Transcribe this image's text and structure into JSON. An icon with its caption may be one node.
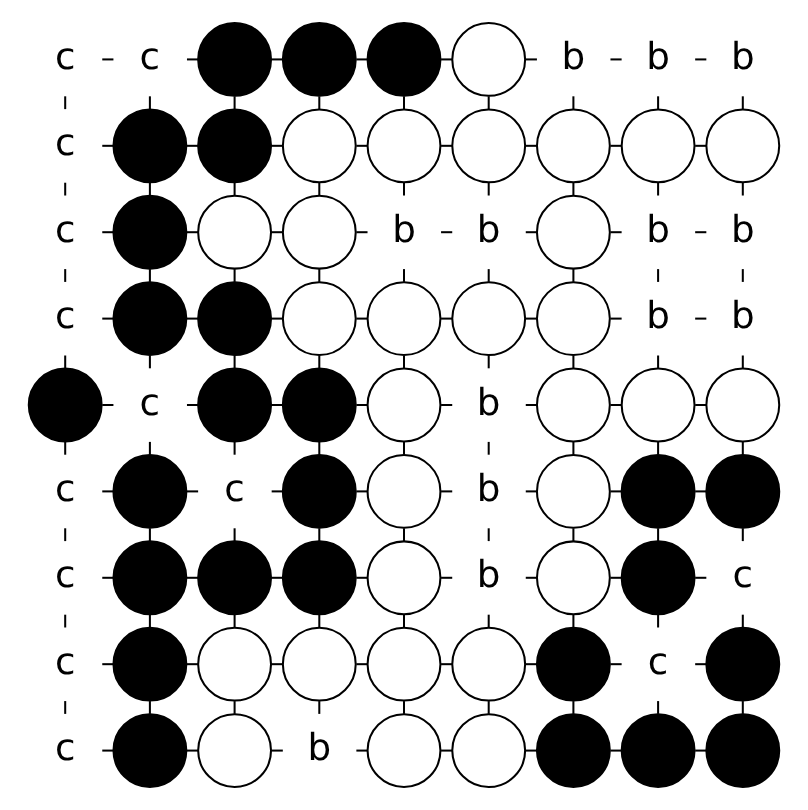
{
  "diagram": {
    "nodes": [
      {
        "text": [
          "c"
        ]
      },
      {
        "text": [
          "c"
        ]
      },
      {
        "text": [],
        "shape": "circle"
      },
      {
        "text": [],
        "shape": "circle"
      },
      {
        "text": [],
        "shape": "circle"
      },
      {
        "text": [],
        "shape": "circle"
      },
      {
        "text": [
          "b"
        ]
      },
      {
        "text": [
          "b"
        ]
      },
      {
        "text": [
          "b"
        ]
      },
      {
        "text": [
          "c"
        ]
      },
      {
        "text": [],
        "shape": "circle"
      },
      {
        "text": [],
        "shape": "circle"
      },
      {
        "text": [],
        "shape": "circle"
      },
      {
        "text": [],
        "shape": "circle"
      },
      {
        "text": [],
        "shape": "circle"
      },
      {
        "text": [],
        "shape": "circle"
      },
      {
        "text": [],
        "shape": "circle"
      },
      {
        "text": [],
        "shape": "circle"
      },
      {
        "text": [
          "c"
        ]
      },
      {
        "text": [],
        "shape": "circle"
      },
      {
        "text": [],
        "shape": "circle"
      },
      {
        "text": [],
        "shape": "circle"
      },
      {
        "text": [
          "b"
        ]
      },
      {
        "text": [
          "b"
        ]
      },
      {
        "text": [],
        "shape": "circle"
      },
      {
        "text": [
          "b"
        ]
      },
      {
        "text": [
          "b"
        ]
      },
      {
        "text": [
          "c"
        ]
      },
      {
        "text": [],
        "shape": "circle"
      },
      {
        "text": [],
        "shape": "circle"
      },
      {
        "text": [],
        "shape": "circle"
      },
      {
        "text": [],
        "shape": "circle"
      },
      {
        "text": [],
        "shape": "circle"
      },
      {
        "text": [],
        "shape": "circle"
      },
      {
        "text": [
          "b"
        ]
      },
      {
        "text": [
          "b"
        ]
      },
      {
        "text": [],
        "shape": "circle"
      },
      {
        "text": [
          "c"
        ]
      },
      {
        "text": [],
        "shape": "circle"
      },
      {
        "text": [],
        "shape": "circle"
      },
      {
        "text": [],
        "shape": "circle"
      },
      {
        "text": [
          "b"
        ]
      },
      {
        "text": [],
        "shape": "circle"
      },
      {
        "text": [],
        "shape": "circle"
      },
      {
        "text": [],
        "shape": "circle"
      },
      {
        "text": [
          "c"
        ]
      },
      {
        "text": [],
        "shape": "circle"
      },
      {
        "text": [
          "c"
        ]
      },
      {
        "text": [],
        "shape": "circle"
      },
      {
        "text": [],
        "shape": "circle"
      },
      {
        "text": [
          "b"
        ]
      },
      {
        "text": [],
        "shape": "circle"
      },
      {
        "text": [],
        "shape": "circle"
      },
      {
        "text": [],
        "shape": "circle"
      },
      {
        "text": [
          "c"
        ]
      },
      {
        "text": [],
        "shape": "circle"
      },
      {
        "text": [],
        "shape": "circle"
      },
      {
        "text": [],
        "shape": "circle"
      },
      {
        "text": [],
        "shape": "circle"
      },
      {
        "text": [
          "b"
        ]
      },
      {
        "text": [],
        "shape": "circle"
      },
      {
        "text": [],
        "shape": "circle"
      },
      {
        "text": [
          "c"
        ]
      },
      {
        "text": [
          "c"
        ]
      },
      {
        "text": [],
        "shape": "circle"
      },
      {
        "text": [],
        "shape": "circle"
      },
      {
        "text": [],
        "shape": "circle"
      },
      {
        "text": [],
        "shape": "circle"
      },
      {
        "text": [],
        "shape": "circle"
      },
      {
        "text": [],
        "shape": "circle"
      },
      {
        "text": [
          "c"
        ]
      },
      {
        "text": [],
        "shape": "circle"
      },
      {
        "text": [
          "c"
        ]
      },
      {
        "text": [],
        "shape": "circle"
      },
      {
        "text": [],
        "shape": "circle"
      },
      {
        "text": [
          "b"
        ]
      },
      {
        "text": [],
        "shape": "circle"
      },
      {
        "text": [],
        "shape": "circle"
      },
      {
        "text": [],
        "shape": "circle"
      },
      {
        "text": [],
        "shape": "circle"
      },
      {
        "text": [],
        "shape": "circle"
      }
    ],
    "edges": [
      {
        "from": 0,
        "to": 1,
        "arrow": "none"
      },
      {
        "from": 1,
        "to": 2,
        "arrow": "none"
      },
      {
        "from": 2,
        "to": 3,
        "arrow": "none"
      },
      {
        "from": 3,
        "to": 4,
        "arrow": "none"
      },
      {
        "from": 4,
        "to": 5,
        "arrow": "none"
      },
      {
        "from": 5,
        "to": 6,
        "arrow": "none"
      },
      {
        "from": 6,
        "to": 7,
        "arrow": "none"
      },
      {
        "from": 7,
        "to": 8,
        "arrow": "none"
      },
      {
        "from": 0,
        "to": 9,
        "arrow": "none"
      },
      {
        "from": 1,
        "to": 10,
        "arrow": "none"
      },
      {
        "from": 2,
        "to": 11,
        "arrow": "none"
      },
      {
        "from": 3,
        "to": 12,
        "arrow": "none"
      },
      {
        "from": 4,
        "to": 13,
        "arrow": "none"
      },
      {
        "from": 5,
        "to": 14,
        "arrow": "none"
      },
      {
        "from": 6,
        "to": 15,
        "arrow": "none"
      },
      {
        "from": 7,
        "to": 16,
        "arrow": "none"
      },
      {
        "from": 8,
        "to": 17,
        "arrow": "none"
      },
      {
        "from": 9,
        "to": 10,
        "arrow": "none"
      },
      {
        "from": 10,
        "to": 11,
        "arrow": "none"
      },
      {
        "from": 11,
        "to": 12,
        "arrow": "none"
      },
      {
        "from": 12,
        "to": 13,
        "arrow": "none"
      },
      {
        "from": 13,
        "to": 14,
        "arrow": "none"
      },
      {
        "from": 14,
        "to": 15,
        "arrow": "none"
      },
      {
        "from": 15,
        "to": 16,
        "arrow": "none"
      },
      {
        "from": 16,
        "to": 17,
        "arrow": "none"
      },
      {
        "from": 9,
        "to": 18,
        "arrow": "none"
      },
      {
        "from": 10,
        "to": 19,
        "arrow": "none"
      },
      {
        "from": 11,
        "to": 20,
        "arrow": "none"
      },
      {
        "from": 12,
        "to": 21,
        "arrow": "none"
      },
      {
        "from": 13,
        "to": 22,
        "arrow": "none"
      },
      {
        "from": 14,
        "to": 23,
        "arrow": "none"
      },
      {
        "from": 15,
        "to": 24,
        "arrow": "none"
      },
      {
        "from": 16,
        "to": 25,
        "arrow": "none"
      },
      {
        "from": 17,
        "to": 26,
        "arrow": "none"
      },
      {
        "from": 18,
        "to": 19,
        "arrow": "none"
      },
      {
        "from": 19,
        "to": 20,
        "arrow": "none"
      },
      {
        "from": 20,
        "to": 21,
        "arrow": "none"
      },
      {
        "from": 21,
        "to": 22,
        "arrow": "none"
      },
      {
        "from": 22,
        "to": 23,
        "arrow": "none"
      },
      {
        "from": 23,
        "to": 24,
        "arrow": "none"
      },
      {
        "from": 24,
        "to": 25,
        "arrow": "none"
      },
      {
        "from": 25,
        "to": 26,
        "arrow": "none"
      },
      {
        "from": 18,
        "to": 27,
        "arrow": "none"
      },
      {
        "from": 19,
        "to": 28,
        "arrow": "none"
      },
      {
        "from": 20,
        "to": 29,
        "arrow": "none"
      },
      {
        "from": 21,
        "to": 30,
        "arrow": "none"
      },
      {
        "from": 22,
        "to": 31,
        "arrow": "none"
      },
      {
        "from": 23,
        "to": 32,
        "arrow": "none"
      },
      {
        "from": 24,
        "to": 33,
        "arrow": "none"
      },
      {
        "from": 25,
        "to": 34,
        "arrow": "none"
      },
      {
        "from": 26,
        "to": 35,
        "arrow": "none"
      },
      {
        "from": 27,
        "to": 28,
        "arrow": "none"
      },
      {
        "from": 28,
        "to": 29,
        "arrow": "none"
      },
      {
        "from": 29,
        "to": 30,
        "arrow": "none"
      },
      {
        "from": 30,
        "to": 31,
        "arrow": "none"
      },
      {
        "from": 31,
        "to": 32,
        "arrow": "none"
      },
      {
        "from": 32,
        "to": 33,
        "arrow": "none"
      },
      {
        "from": 33,
        "to": 34,
        "arrow": "none"
      },
      {
        "from": 34,
        "to": 35,
        "arrow": "none"
      },
      {
        "from": 27,
        "to": 36,
        "arrow": "none"
      },
      {
        "from": 28,
        "to": 37,
        "arrow": "none"
      },
      {
        "from": 29,
        "to": 38,
        "arrow": "none"
      },
      {
        "from": 30,
        "to": 39,
        "arrow": "none"
      },
      {
        "from": 31,
        "to": 40,
        "arrow": "none"
      },
      {
        "from": 32,
        "to": 41,
        "arrow": "none"
      },
      {
        "from": 33,
        "to": 42,
        "arrow": "none"
      },
      {
        "from": 34,
        "to": 43,
        "arrow": "none"
      },
      {
        "from": 35,
        "to": 44,
        "arrow": "none"
      },
      {
        "from": 36,
        "to": 37,
        "arrow": "none"
      },
      {
        "from": 37,
        "to": 38,
        "arrow": "none"
      },
      {
        "from": 38,
        "to": 39,
        "arrow": "none"
      },
      {
        "from": 39,
        "to": 40,
        "arrow": "none"
      },
      {
        "from": 40,
        "to": 41,
        "arrow": "none"
      },
      {
        "from": 41,
        "to": 42,
        "arrow": "none"
      },
      {
        "from": 42,
        "to": 43,
        "arrow": "none"
      },
      {
        "from": 43,
        "to": 44,
        "arrow": "none"
      },
      {
        "from": 36,
        "to": 45,
        "arrow": "none"
      },
      {
        "from": 37,
        "to": 46,
        "arrow": "none"
      },
      {
        "from": 38,
        "to": 47,
        "arrow": "none"
      },
      {
        "from": 39,
        "to": 48,
        "arrow": "none"
      },
      {
        "from": 40,
        "to": 49,
        "arrow": "none"
      },
      {
        "from": 41,
        "to": 50,
        "arrow": "none"
      },
      {
        "from": 42,
        "to": 51,
        "arrow": "none"
      },
      {
        "from": 43,
        "to": 52,
        "arrow": "none"
      },
      {
        "from": 44,
        "to": 53,
        "arrow": "none"
      },
      {
        "from": 45,
        "to": 46,
        "arrow": "none"
      },
      {
        "from": 46,
        "to": 47,
        "arrow": "none"
      },
      {
        "from": 47,
        "to": 48,
        "arrow": "none"
      },
      {
        "from": 48,
        "to": 49,
        "arrow": "none"
      },
      {
        "from": 49,
        "to": 50,
        "arrow": "none"
      },
      {
        "from": 50,
        "to": 51,
        "arrow": "none"
      },
      {
        "from": 51,
        "to": 52,
        "arrow": "none"
      },
      {
        "from": 52,
        "to": 53,
        "arrow": "none"
      },
      {
        "from": 45,
        "to": 54,
        "arrow": "none"
      },
      {
        "from": 46,
        "to": 55,
        "arrow": "none"
      },
      {
        "from": 47,
        "to": 56,
        "arrow": "none"
      },
      {
        "from": 48,
        "to": 57,
        "arrow": "none"
      },
      {
        "from": 49,
        "to": 58,
        "arrow": "none"
      },
      {
        "from": 50,
        "to": 59,
        "arrow": "none"
      },
      {
        "from": 51,
        "to": 60,
        "arrow": "none"
      },
      {
        "from": 52,
        "to": 61,
        "arrow": "none"
      },
      {
        "from": 53,
        "to": 62,
        "arrow": "none"
      },
      {
        "from": 54,
        "to": 55,
        "arrow": "none"
      },
      {
        "from": 55,
        "to": 56,
        "arrow": "none"
      },
      {
        "from": 56,
        "to": 57,
        "arrow": "none"
      },
      {
        "from": 57,
        "to": 58,
        "arrow": "none"
      },
      {
        "from": 58,
        "to": 59,
        "arrow": "none"
      },
      {
        "from": 59,
        "to": 60,
        "arrow": "none"
      },
      {
        "from": 60,
        "to": 61,
        "arrow": "none"
      },
      {
        "from": 61,
        "to": 62,
        "arrow": "none"
      },
      {
        "from": 54,
        "to": 63,
        "arrow": "none"
      },
      {
        "from": 55,
        "to": 64,
        "arrow": "none"
      },
      {
        "from": 56,
        "to": 65,
        "arrow": "none"
      },
      {
        "from": 57,
        "to": 66,
        "arrow": "none"
      },
      {
        "from": 58,
        "to": 67,
        "arrow": "none"
      },
      {
        "from": 59,
        "to": 68,
        "arrow": "none"
      },
      {
        "from": 60,
        "to": 69,
        "arrow": "none"
      },
      {
        "from": 61,
        "to": 70,
        "arrow": "none"
      },
      {
        "from": 62,
        "to": 71,
        "arrow": "none"
      },
      {
        "from": 63,
        "to": 64,
        "arrow": "none"
      },
      {
        "from": 64,
        "to": 65,
        "arrow": "none"
      },
      {
        "from": 65,
        "to": 66,
        "arrow": "none"
      },
      {
        "from": 66,
        "to": 67,
        "arrow": "none"
      },
      {
        "from": 67,
        "to": 68,
        "arrow": "none"
      },
      {
        "from": 68,
        "to": 69,
        "arrow": "none"
      },
      {
        "from": 69,
        "to": 70,
        "arrow": "none"
      },
      {
        "from": 70,
        "to": 71,
        "arrow": "none"
      },
      {
        "from": 63,
        "to": 72,
        "arrow": "none"
      },
      {
        "from": 64,
        "to": 73,
        "arrow": "none"
      },
      {
        "from": 65,
        "to": 74,
        "arrow": "none"
      },
      {
        "from": 66,
        "to": 75,
        "arrow": "none"
      },
      {
        "from": 67,
        "to": 76,
        "arrow": "none"
      },
      {
        "from": 68,
        "to": 77,
        "arrow": "none"
      },
      {
        "from": 69,
        "to": 78,
        "arrow": "none"
      },
      {
        "from": 70,
        "to": 79,
        "arrow": "none"
      },
      {
        "from": 71,
        "to": 80,
        "arrow": "none"
      },
      {
        "from": 72,
        "to": 73,
        "arrow": "none"
      },
      {
        "from": 73,
        "to": 74,
        "arrow": "none"
      },
      {
        "from": 74,
        "to": 75,
        "arrow": "none"
      },
      {
        "from": 75,
        "to": 76,
        "arrow": "none"
      },
      {
        "from": 76,
        "to": 77,
        "arrow": "none"
      },
      {
        "from": 77,
        "to": 78,
        "arrow": "none"
      },
      {
        "from": 78,
        "to": 79,
        "arrow": "none"
      },
      {
        "from": 79,
        "to": 80,
        "arrow": "none"
      }
    ]
  }
}
